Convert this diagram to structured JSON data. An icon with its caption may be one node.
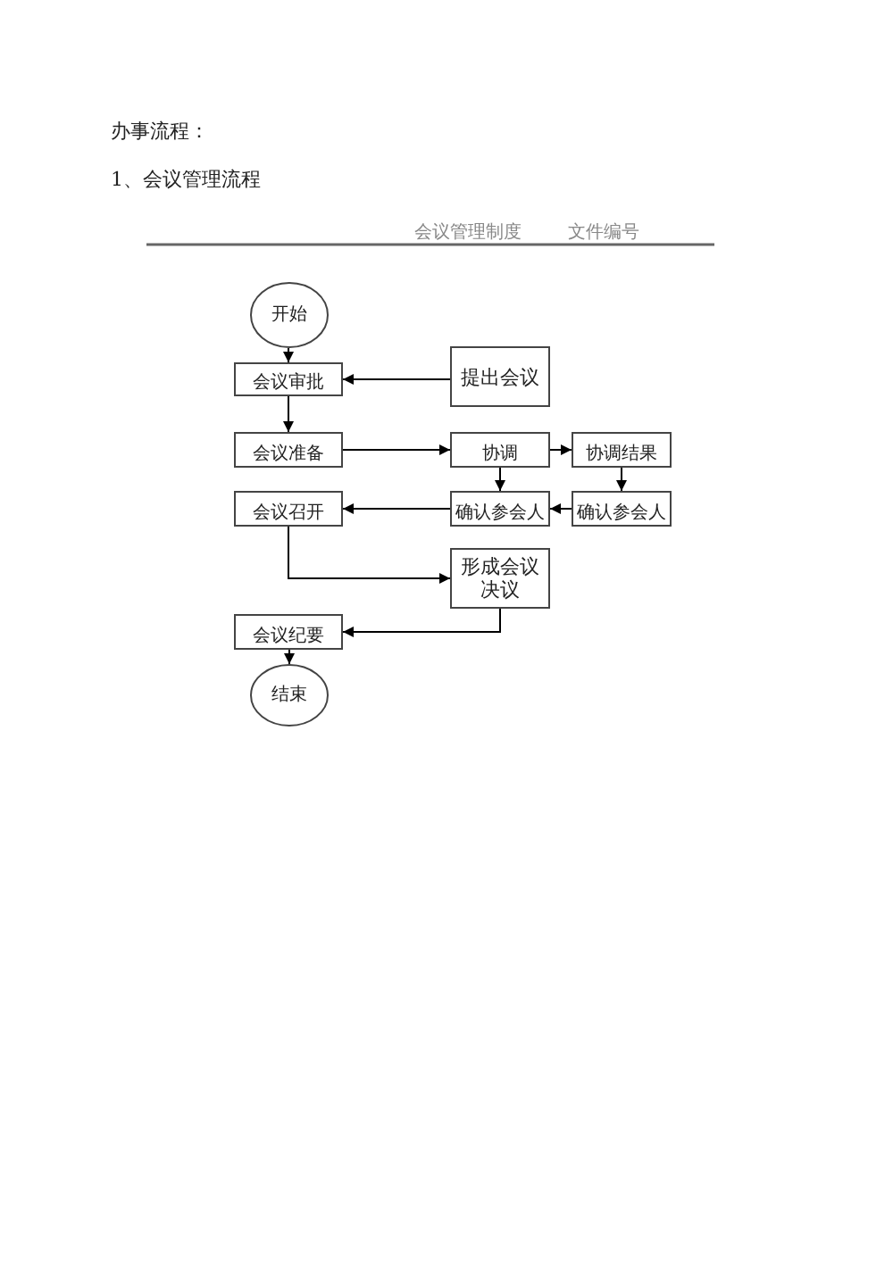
{
  "diagram": {
    "title": "办事流程：",
    "nodes": [
      {
        "text": [
          "开始"
        ]
      },
      {
        "text": [
          "会议审批"
        ]
      },
      {
        "text": [
          "提出会议"
        ]
      },
      {
        "text": [
          "会议准备"
        ]
      },
      {
        "text": [
          "协调"
        ]
      },
      {
        "text": [
          "协调结果"
        ]
      },
      {
        "text": [
          "会议召开"
        ]
      },
      {
        "text": [
          "确认参会人"
        ]
      },
      {
        "text": [
          "确认参会人"
        ]
      },
      {
        "text": [
          "形成会议决议"
        ]
      },
      {
        "text": [
          "会议纪要"
        ]
      },
      {
        "text": [
          "结束"
        ]
      }
    ],
    "edges": [
      {
        "from": 0,
        "to": 1,
        "arrow": "to"
      },
      {
        "from": 2,
        "to": 1,
        "arrow": "to"
      },
      {
        "from": 1,
        "to": 3,
        "arrow": "to"
      },
      {
        "from": 3,
        "to": 4,
        "arrow": "to"
      },
      {
        "from": 4,
        "to": 5,
        "arrow": "to"
      },
      {
        "from": 4,
        "to": 7,
        "arrow": "to"
      },
      {
        "from": 5,
        "to": 8,
        "arrow": "to"
      },
      {
        "from": 8,
        "to": 7,
        "arrow": "to"
      },
      {
        "from": 7,
        "to": 6,
        "arrow": "to"
      },
      {
        "from": 6,
        "to": 9,
        "arrow": "to"
      },
      {
        "from": 9,
        "to": 10,
        "arrow": "to"
      },
      {
        "from": 10,
        "to": 11,
        "arrow": "to"
      }
    ],
    "labels": [
      "1、",
      "会议管理流程",
      "会议管理制度",
      "文件编号"
    ]
  }
}
